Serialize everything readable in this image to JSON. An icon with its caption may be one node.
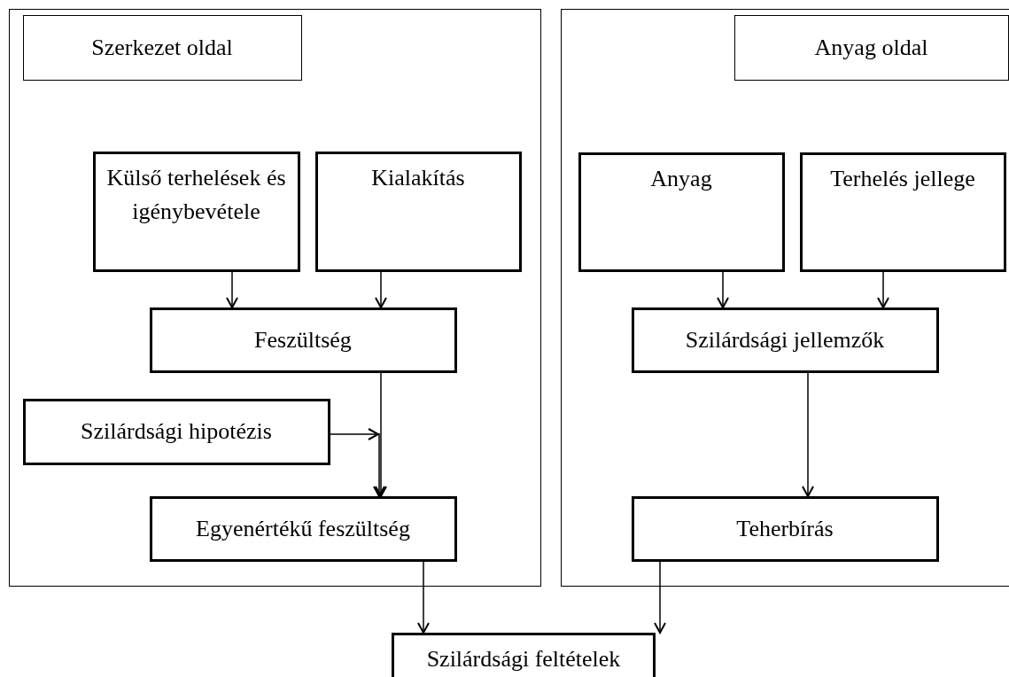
{
  "diagram": {
    "nodes": [
      {
        "text": [],
        "shape": "box"
      },
      {
        "text": [
          "Szerkezet oldal"
        ],
        "in": 0
      },
      {
        "text": [
          "Külső terhelések és igénybevétele"
        ],
        "in": 0
      },
      {
        "text": [
          "Kialakítás"
        ],
        "in": 0
      },
      {
        "text": [
          "Feszültség"
        ],
        "in": 0
      },
      {
        "text": [
          "Szilárdsági hipotézis"
        ],
        "in": 0
      },
      {
        "text": [
          "Egyenértékű feszültség"
        ],
        "in": 0
      },
      {
        "text": [],
        "shape": "box"
      },
      {
        "text": [
          "Anyag oldal"
        ],
        "in": 7
      },
      {
        "text": [
          "Anyag"
        ],
        "in": 7
      },
      {
        "text": [
          "Terhelés jellege"
        ],
        "in": 7
      },
      {
        "text": [
          "Szilárdsági jellemzők"
        ],
        "in": 7
      },
      {
        "text": [
          "Teherbírás"
        ],
        "in": 7
      },
      {
        "text": [
          "Szilárdsági feltételek"
        ]
      }
    ],
    "edges": [
      {
        "from": 2,
        "to": 4,
        "arrow": "to"
      },
      {
        "from": 3,
        "to": 4,
        "arrow": "to"
      },
      {
        "from": 4,
        "to": 6,
        "arrow": "to"
      },
      {
        "from": 5,
        "to": 6,
        "arrow": "to"
      },
      {
        "from": 9,
        "to": 11,
        "arrow": "to"
      },
      {
        "from": 10,
        "to": 11,
        "arrow": "to"
      },
      {
        "from": 11,
        "to": 12,
        "arrow": "to"
      },
      {
        "from": 6,
        "to": 13,
        "arrow": "to"
      },
      {
        "from": 12,
        "to": 13,
        "arrow": "to"
      }
    ]
  }
}
